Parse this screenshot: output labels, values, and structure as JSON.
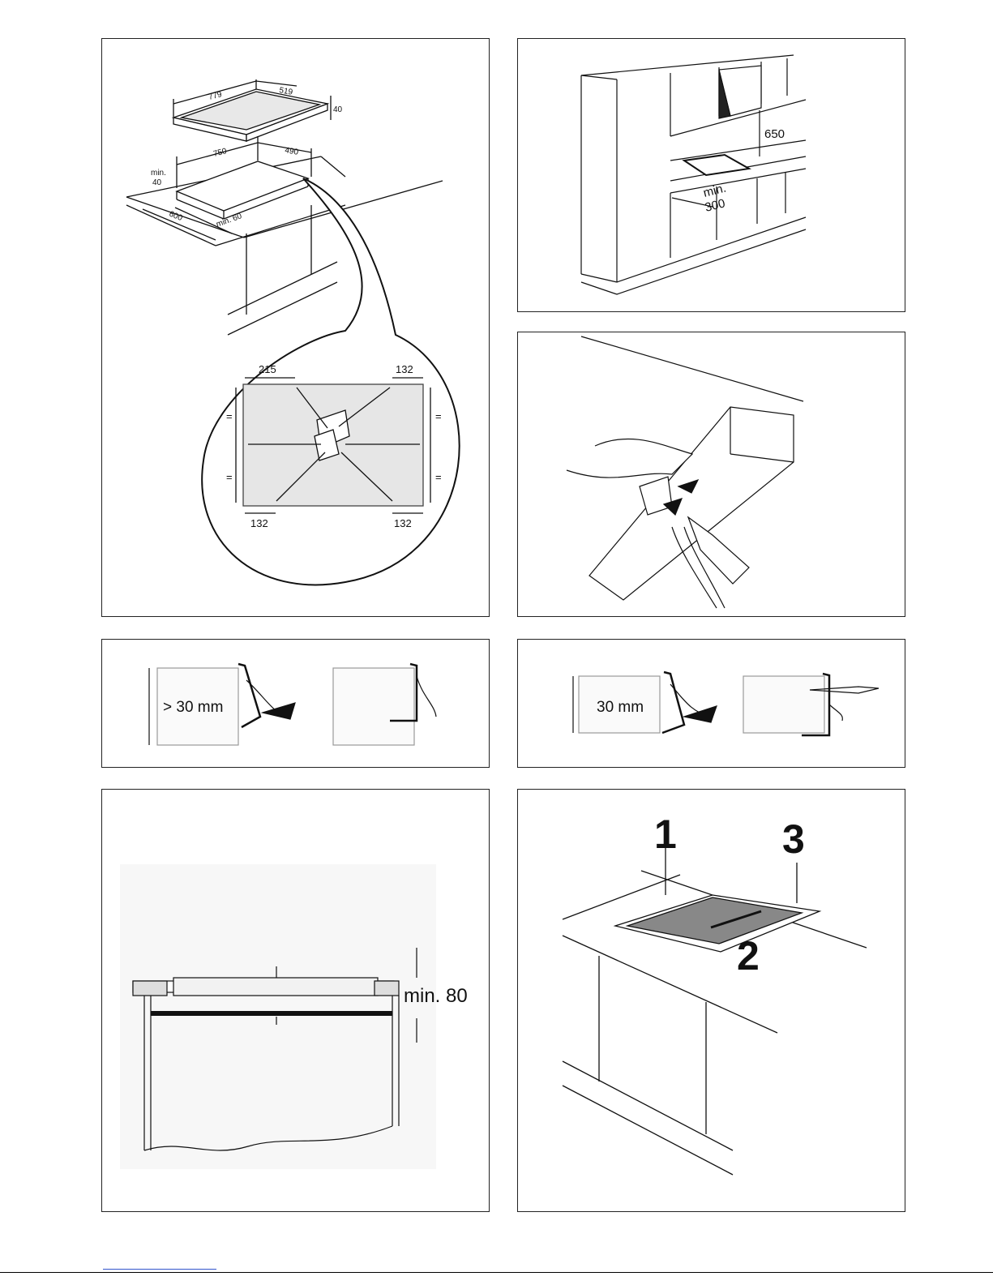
{
  "panel1": {
    "hob_length": "779",
    "hob_width": "519",
    "hob_height": "40",
    "cutout_length": "750",
    "cutout_width": "490",
    "min_label": "min.",
    "min_value": "40",
    "depth": "600",
    "min_front": "min. 60",
    "bracket_top_left": "215",
    "bracket_top_right": "132",
    "bracket_bottom_left": "132",
    "bracket_bottom_right": "132",
    "equal_sign": "="
  },
  "panel2": {
    "height_above": "650",
    "min_side_line1": "min.",
    "min_side_line2": "300"
  },
  "panel4": {
    "thickness": "> 30 mm"
  },
  "panel5": {
    "thickness": "30 mm"
  },
  "panel6": {
    "min_gap": "min. 80"
  },
  "panel7": {
    "step1": "1",
    "step2": "2",
    "step3": "3"
  }
}
